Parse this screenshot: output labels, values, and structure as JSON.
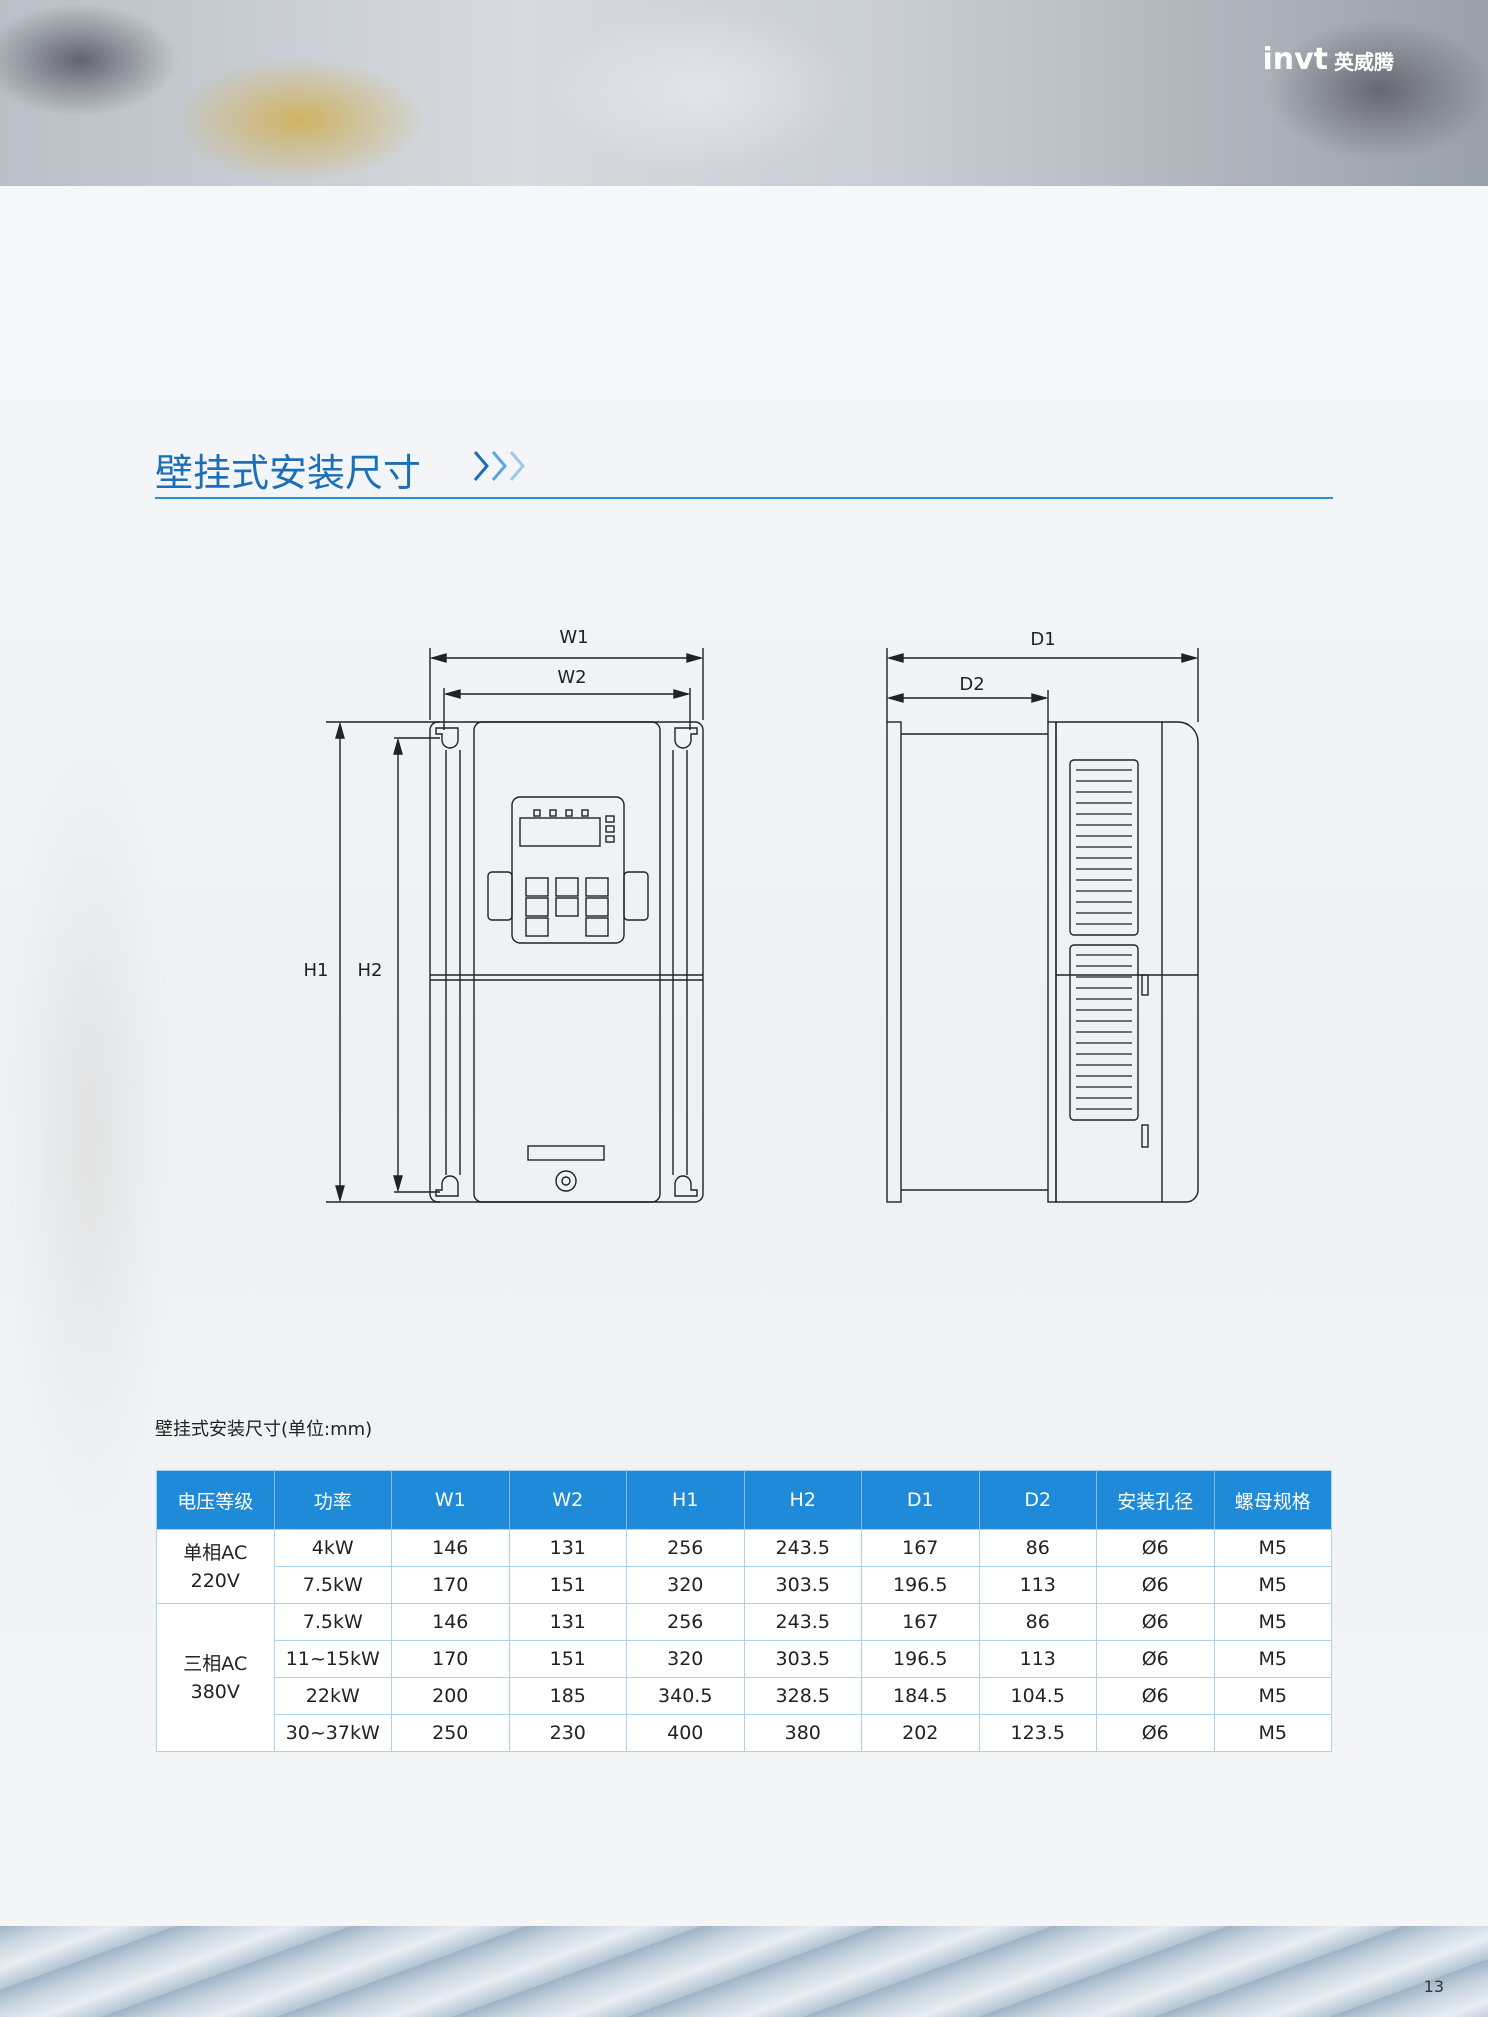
{
  "header": {
    "brand_logo": "invt",
    "brand_cn": "英威腾"
  },
  "section": {
    "title": "壁挂式安装尺寸"
  },
  "drawing": {
    "front_labels": {
      "w1": "W1",
      "w2": "W2",
      "h1": "H1",
      "h2": "H2"
    },
    "side_labels": {
      "d1": "D1",
      "d2": "D2"
    }
  },
  "table": {
    "caption": "壁挂式安装尺寸(单位:mm)",
    "headers": [
      "电压等级",
      "功率",
      "W1",
      "W2",
      "H1",
      "H2",
      "D1",
      "D2",
      "安装孔径",
      "螺母规格"
    ],
    "groups": [
      {
        "voltage_line1": "单相AC",
        "voltage_line2": "220V",
        "rows": [
          [
            "4kW",
            "146",
            "131",
            "256",
            "243.5",
            "167",
            "86",
            "Ø6",
            "M5"
          ],
          [
            "7.5kW",
            "170",
            "151",
            "320",
            "303.5",
            "196.5",
            "113",
            "Ø6",
            "M5"
          ]
        ]
      },
      {
        "voltage_line1": "三相AC",
        "voltage_line2": "380V",
        "rows": [
          [
            "7.5kW",
            "146",
            "131",
            "256",
            "243.5",
            "167",
            "86",
            "Ø6",
            "M5"
          ],
          [
            "11~15kW",
            "170",
            "151",
            "320",
            "303.5",
            "196.5",
            "113",
            "Ø6",
            "M5"
          ],
          [
            "22kW",
            "200",
            "185",
            "340.5",
            "328.5",
            "184.5",
            "104.5",
            "Ø6",
            "M5"
          ],
          [
            "30~37kW",
            "250",
            "230",
            "400",
            "380",
            "202",
            "123.5",
            "Ø6",
            "M5"
          ]
        ]
      }
    ]
  },
  "footer": {
    "page_number": "13"
  }
}
